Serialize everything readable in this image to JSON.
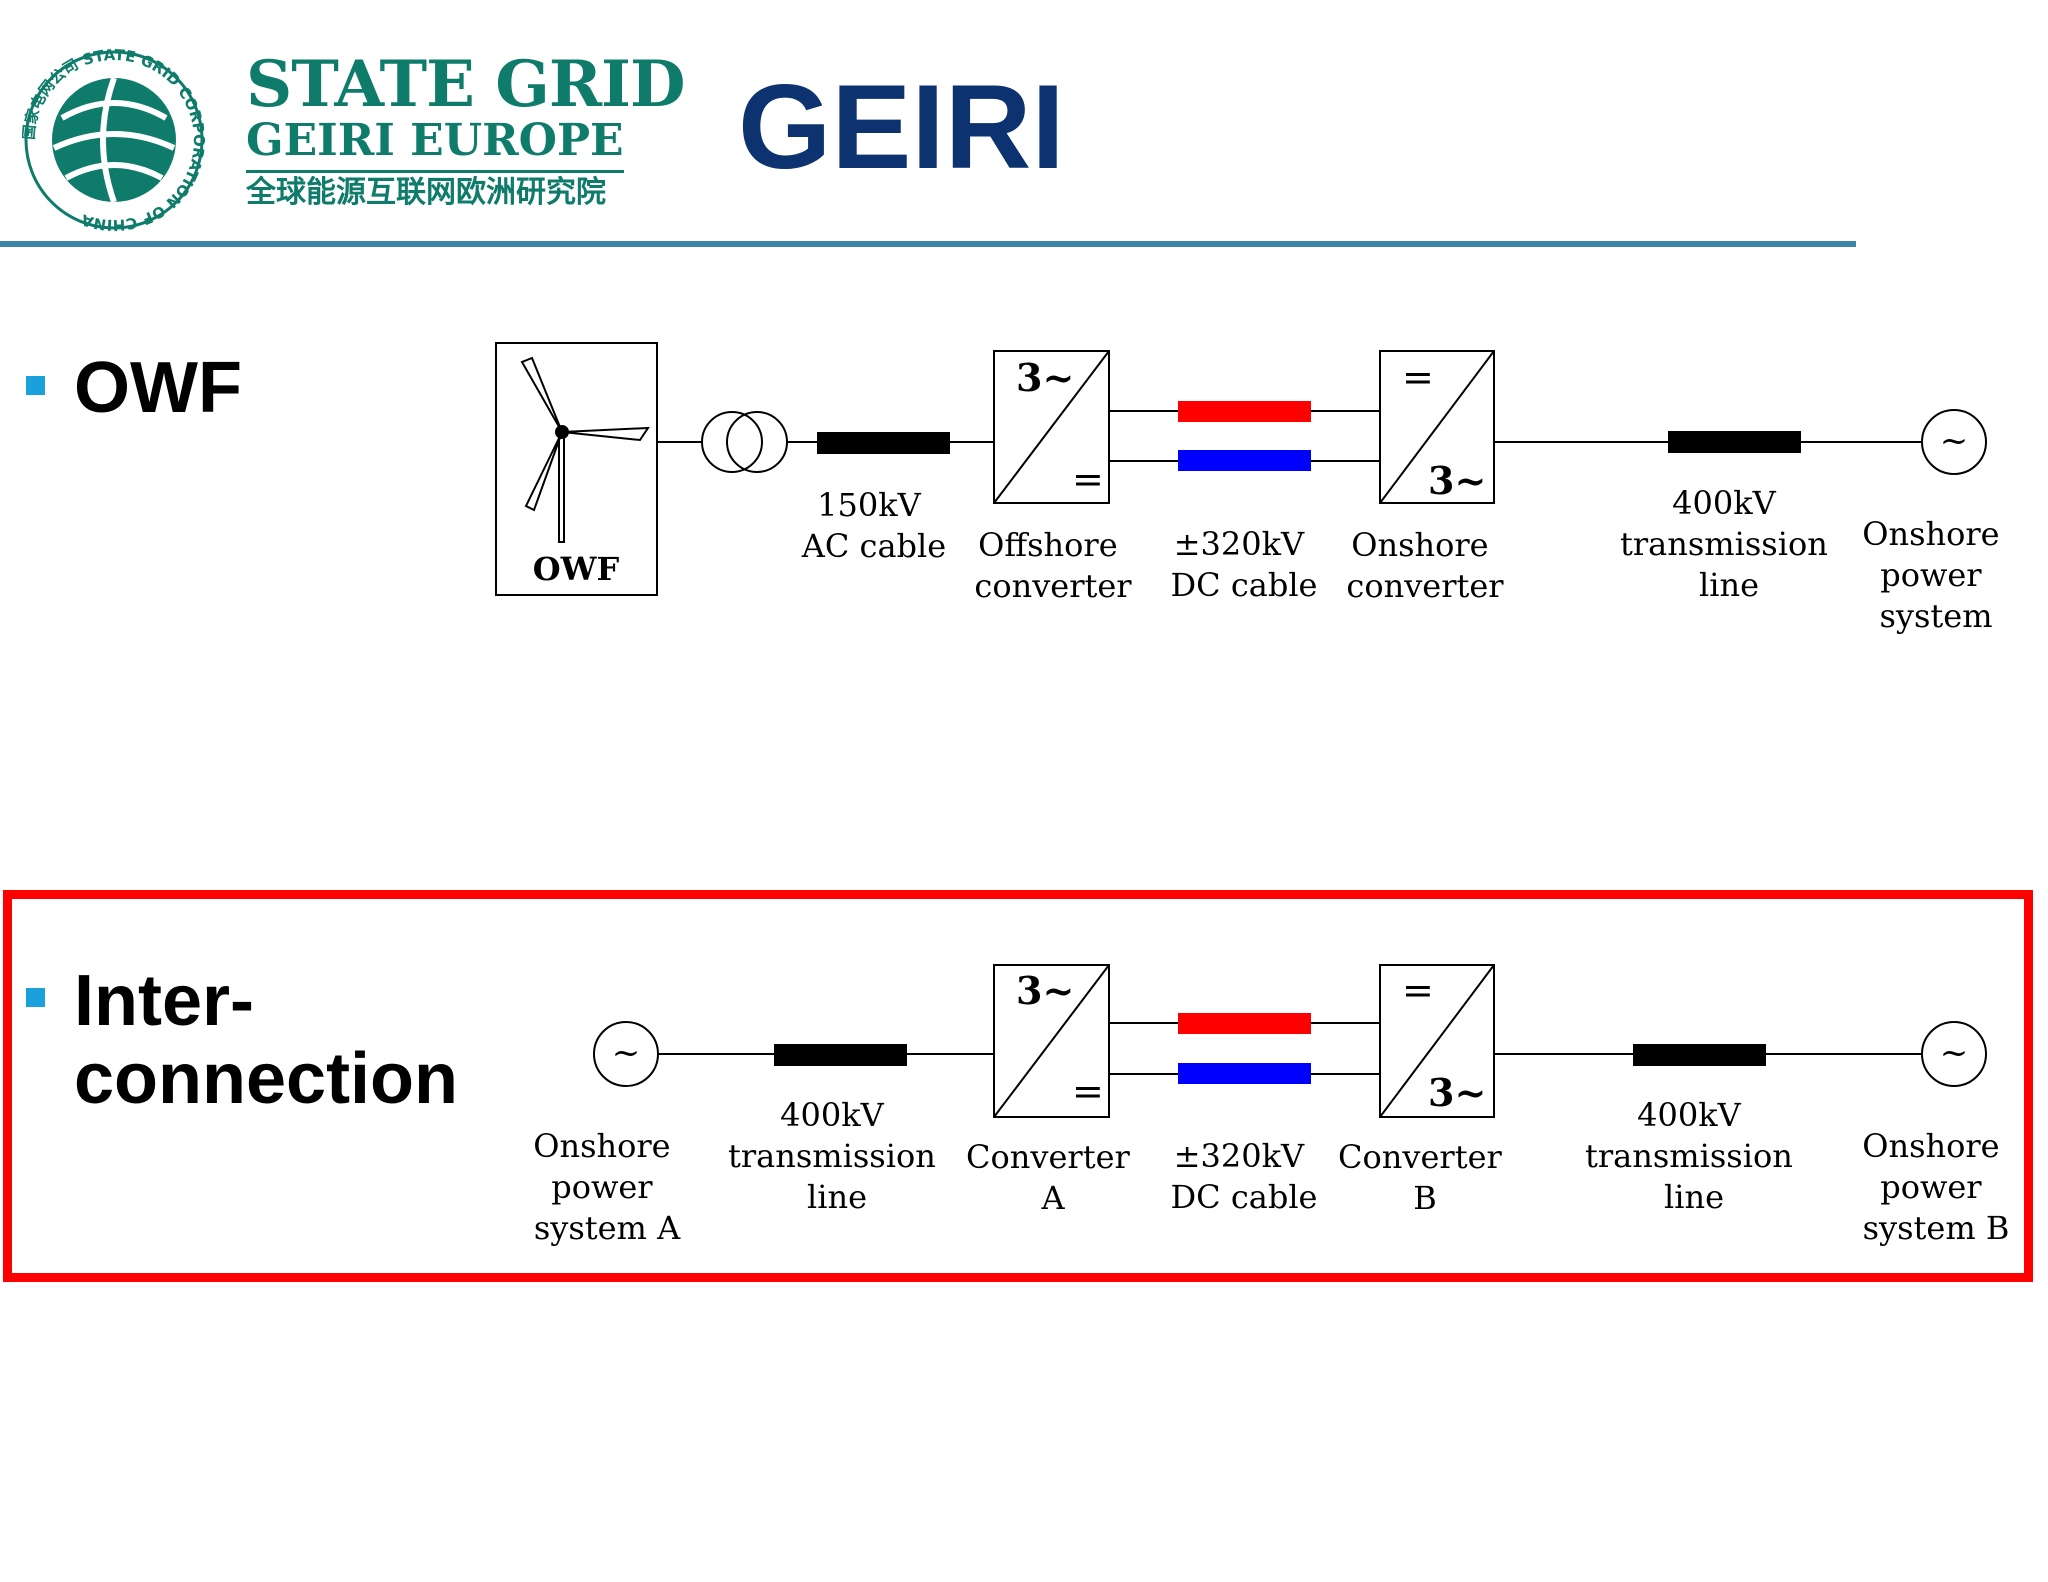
{
  "header": {
    "logo_seal_text": "国家电网公司 STATE GRID CORPORATION OF CHINA",
    "wordmark_line1": "STATE GRID",
    "wordmark_line2": "GEIRI EUROPE",
    "wordmark_line3": "全球能源互联网欧洲研究院",
    "title": "GEIRI"
  },
  "colors": {
    "brand_green": "#0f7c6b",
    "title_navy": "#0c3270",
    "header_rule": "#3e86a7",
    "bullet": "#1aa1dc",
    "highlight_frame": "#ff0000",
    "dc_positive": "#ff0000",
    "dc_negative": "#0000ff"
  },
  "sections": {
    "owf": {
      "bullet_label": "OWF",
      "turbine_label": "OWF",
      "ac_cable": [
        "150kV",
        "AC cable"
      ],
      "converter_1": [
        "Offshore",
        "converter"
      ],
      "dc_cable": [
        "±320kV",
        "DC cable"
      ],
      "converter_2": [
        "Onshore",
        "converter"
      ],
      "transmission_line": [
        "400kV",
        "transmission",
        "line"
      ],
      "grid": [
        "Onshore",
        "power",
        "system"
      ]
    },
    "interconnection": {
      "bullet_label_1": "Inter-",
      "bullet_label_2": "connection",
      "grid_a": [
        "Onshore",
        "power",
        "system A"
      ],
      "line_a": [
        "400kV",
        "transmission",
        "line"
      ],
      "converter_a": [
        "Converter",
        "A"
      ],
      "dc_cable": [
        "±320kV",
        "DC cable"
      ],
      "converter_b": [
        "Converter",
        "B"
      ],
      "line_b": [
        "400kV",
        "transmission",
        "line"
      ],
      "grid_b": [
        "Onshore",
        "power",
        "system B"
      ]
    }
  },
  "symbols": {
    "ac": "3~",
    "dc": "=",
    "source": "~"
  }
}
